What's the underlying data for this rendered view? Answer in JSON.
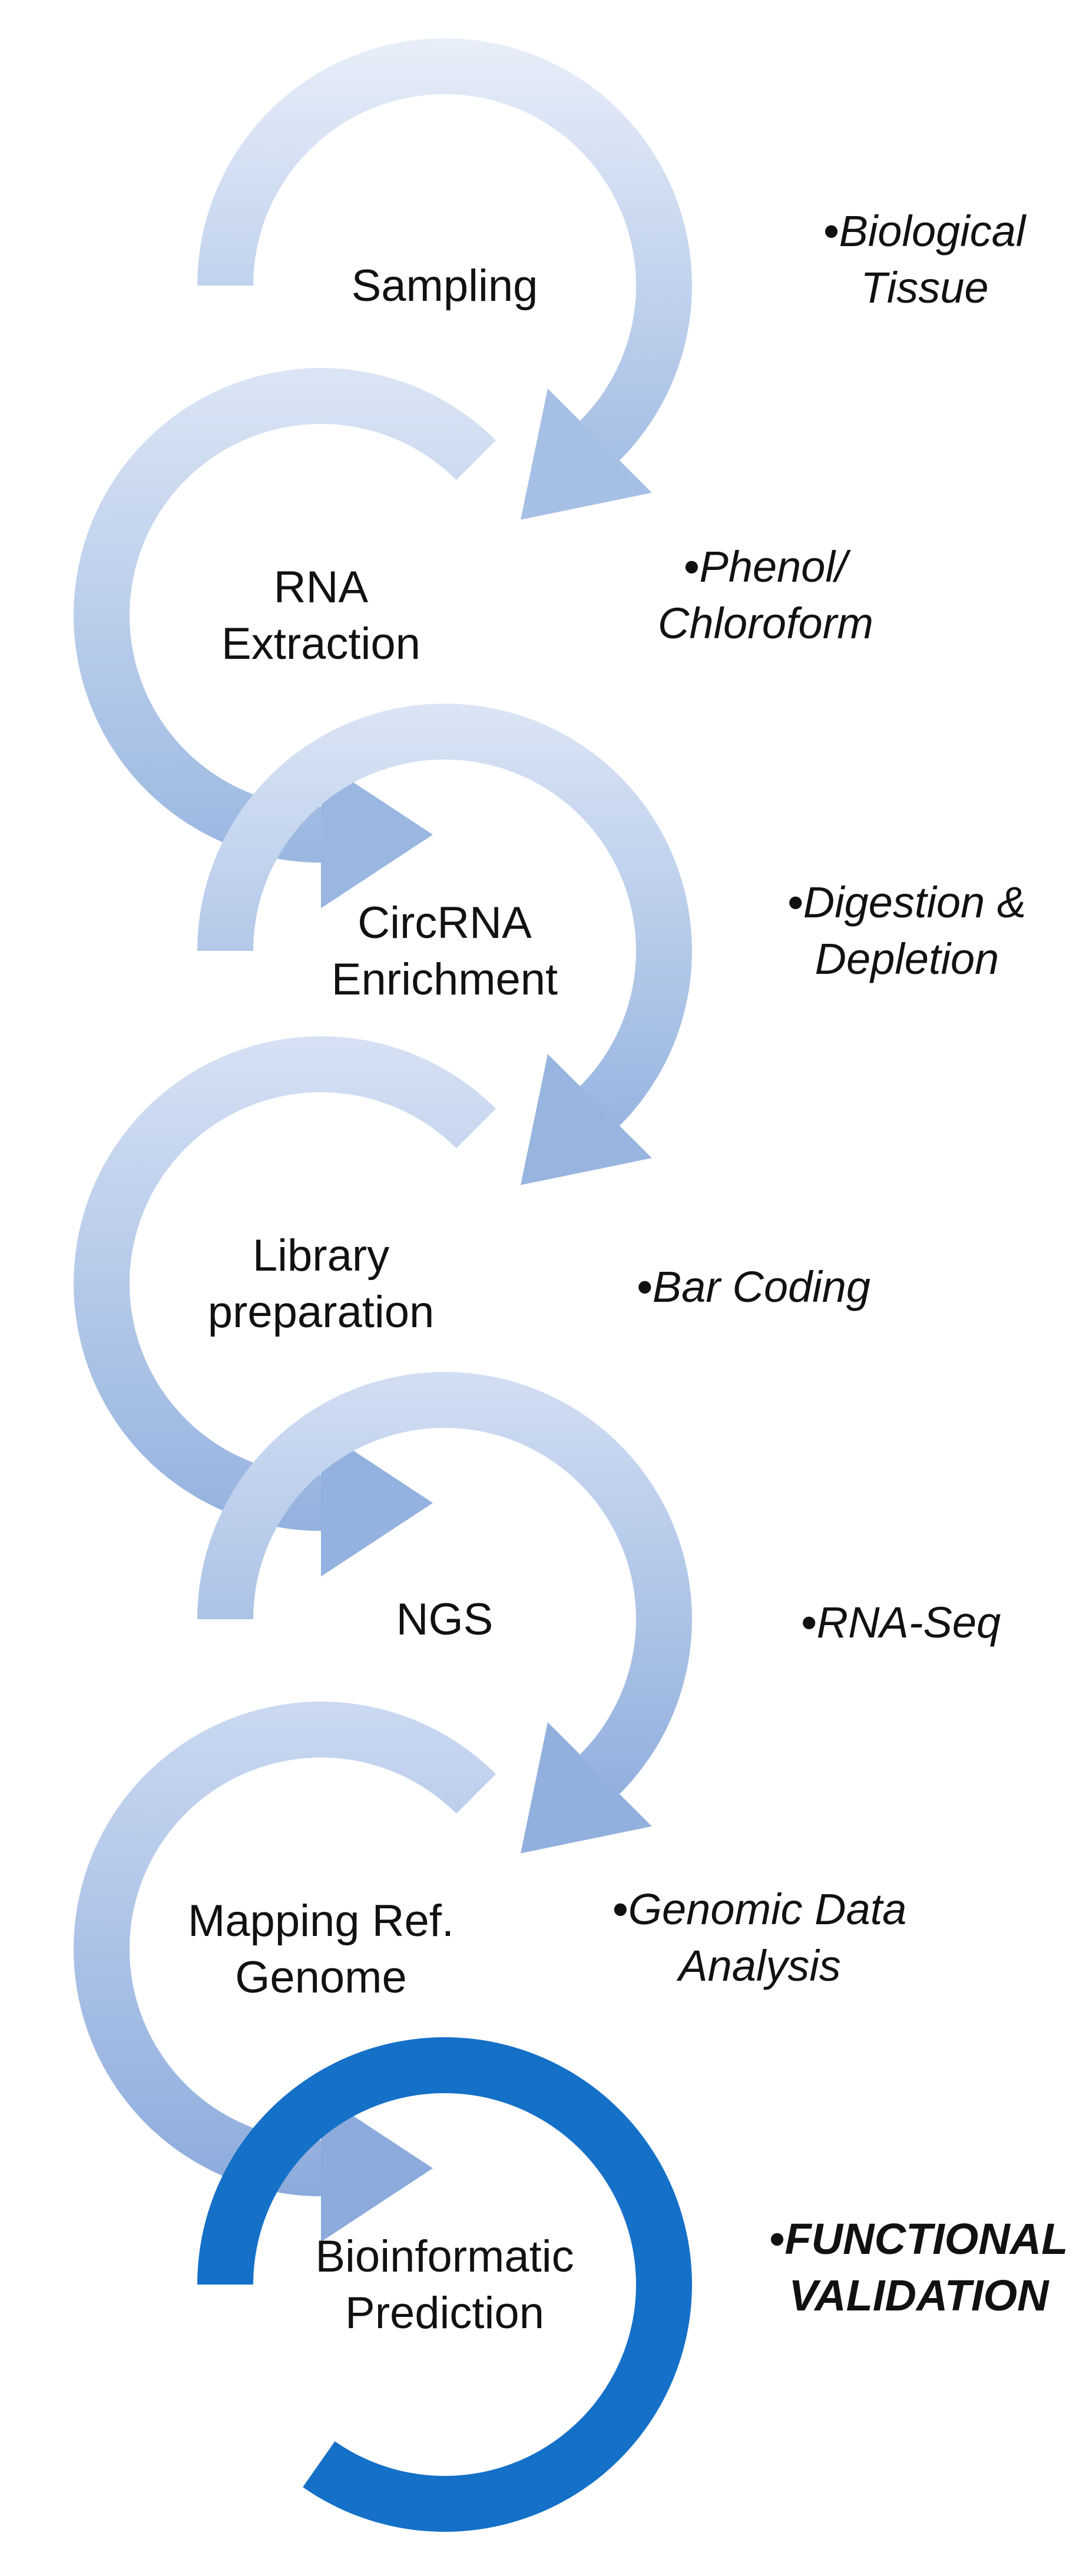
{
  "steps": [
    {
      "label_lines": [
        "Sampling"
      ],
      "note_lines": [
        "Biological",
        "Tissue"
      ],
      "color_outer": "#e8eef9",
      "color_inner": "#a6bfe5",
      "final": false
    },
    {
      "label_lines": [
        "RNA",
        "Extraction"
      ],
      "note_lines": [
        "Phenol/",
        "Chloroform"
      ],
      "color_outer": "#dbe5f5",
      "color_inner": "#9ab7e1",
      "final": false
    },
    {
      "label_lines": [
        "CircRNA",
        "Enrichment"
      ],
      "note_lines": [
        "Digestion &",
        "Depletion"
      ],
      "color_outer": "#dbe5f5",
      "color_inner": "#98b5e0",
      "final": false
    },
    {
      "label_lines": [
        "Library",
        "preparation"
      ],
      "note_lines": [
        "Bar Coding"
      ],
      "color_outer": "#d6e1f4",
      "color_inner": "#94b2df",
      "final": false
    },
    {
      "label_lines": [
        "NGS"
      ],
      "note_lines": [
        "RNA-Seq"
      ],
      "color_outer": "#d2def3",
      "color_inner": "#92b0de",
      "final": false
    },
    {
      "label_lines": [
        "Mapping Ref.",
        "Genome"
      ],
      "note_lines": [
        "Genomic Data",
        "Analysis"
      ],
      "color_outer": "#cbd9f1",
      "color_inner": "#8cabdc",
      "final": false
    },
    {
      "label_lines": [
        "Bioinformatic",
        "Prediction"
      ],
      "note_lines": [
        "FUNCTIONAL",
        "VALIDATION"
      ],
      "color_outer": "#1570c8",
      "color_inner": "#1570c8",
      "final": true
    }
  ]
}
